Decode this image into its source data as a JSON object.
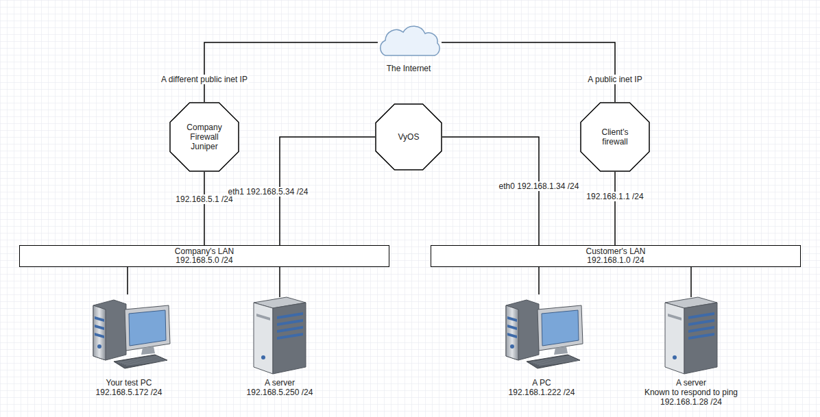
{
  "diagram": {
    "nodes": [
      {
        "text": [
          "The Internet"
        ]
      },
      {
        "text": [
          "Company Firewall Juniper"
        ]
      },
      {
        "text": [
          "VyOS"
        ]
      },
      {
        "text": [
          "Client's firewall"
        ]
      },
      {
        "text": [
          "Company's LAN",
          "192.168.5.0 /24"
        ]
      },
      {
        "text": [
          "Customer's LAN",
          "192.168.1.0 /24"
        ]
      },
      {
        "text": [
          "Your test PC",
          "192.168.5.172 /24"
        ]
      },
      {
        "text": [
          "A server",
          "192.168.5.250 /24"
        ]
      },
      {
        "text": [
          "A PC",
          "192.168.1.222 /24"
        ]
      },
      {
        "text": [
          "A server",
          "Known to respond to ping",
          "192.168.1.28 /24"
        ]
      }
    ],
    "edges": [
      {
        "from": 1,
        "to": 0,
        "label": "A different public inet IP",
        "arrow": "none"
      },
      {
        "from": 3,
        "to": 0,
        "label": "A public inet IP",
        "arrow": "none"
      },
      {
        "from": 1,
        "to": 4,
        "label": "192.168.5.1 /24",
        "arrow": "none"
      },
      {
        "from": 2,
        "to": 4,
        "label": "eth1 192.168.5.34 /24",
        "arrow": "none"
      },
      {
        "from": 2,
        "to": 5,
        "label": "eth0 192.168.1.34 /24",
        "arrow": "none"
      },
      {
        "from": 3,
        "to": 5,
        "label": "192.168.1.1 /24",
        "arrow": "none"
      },
      {
        "from": 6,
        "to": 4,
        "arrow": "none"
      },
      {
        "from": 7,
        "to": 4,
        "arrow": "none"
      },
      {
        "from": 8,
        "to": 5,
        "arrow": "none"
      },
      {
        "from": 9,
        "to": 5,
        "arrow": "none"
      }
    ]
  }
}
